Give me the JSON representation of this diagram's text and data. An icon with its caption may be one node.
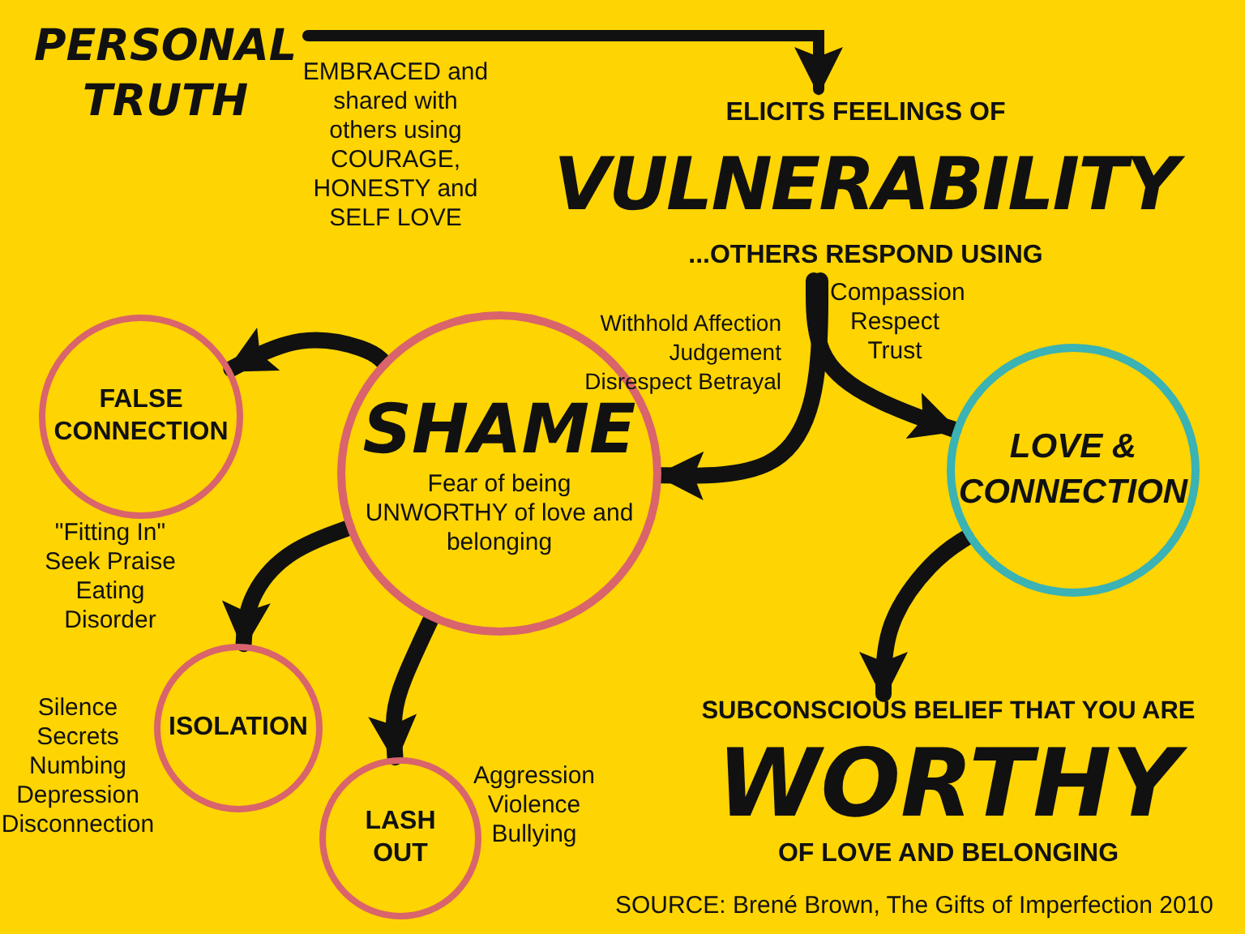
{
  "diagram": {
    "nodes": [
      {
        "text": [
          "PERSONAL TRUTH"
        ]
      },
      {
        "text": [
          "ELICITS FEELINGS OF",
          "VULNERABILITY",
          "...OTHERS RESPOND USING"
        ]
      },
      {
        "text": [
          "SHAME",
          "Fear of being UNWORTHY of love and belonging"
        ]
      },
      {
        "text": [
          "LOVE & CONNECTION"
        ]
      },
      {
        "text": [
          "FALSE CONNECTION"
        ],
        "beside": [
          "\"Fitting In\" Seek Praise Eating Disorder"
        ]
      },
      {
        "text": [
          "ISOLATION"
        ],
        "beside": [
          "Silence Secrets Numbing Depression Disconnection"
        ]
      },
      {
        "text": [
          "LASH OUT"
        ],
        "beside": [
          "Aggression Violence Bullying"
        ]
      },
      {
        "text": [
          "SUBCONSCIOUS BELIEF THAT YOU ARE",
          "WORTHY",
          "OF LOVE AND BELONGING"
        ]
      }
    ],
    "edges": [
      {
        "from": 0,
        "to": 1,
        "arrow": "to",
        "label": "EMBRACED and shared with others using COURAGE, HONESTY and SELF LOVE"
      },
      {
        "from": 1,
        "to": 2,
        "arrow": "to",
        "label": "Withhold Affection Judgement Disrespect Betrayal"
      },
      {
        "from": 1,
        "to": 3,
        "arrow": "to",
        "label": "Compassion Respect Trust"
      },
      {
        "from": 2,
        "to": 4,
        "arrow": "to"
      },
      {
        "from": 2,
        "to": 5,
        "arrow": "to"
      },
      {
        "from": 2,
        "to": 6,
        "arrow": "to"
      },
      {
        "from": 3,
        "to": 7,
        "arrow": "to"
      }
    ],
    "labels": [
      "SOURCE: Brené Brown, The Gifts of Imperfection 2010"
    ]
  }
}
